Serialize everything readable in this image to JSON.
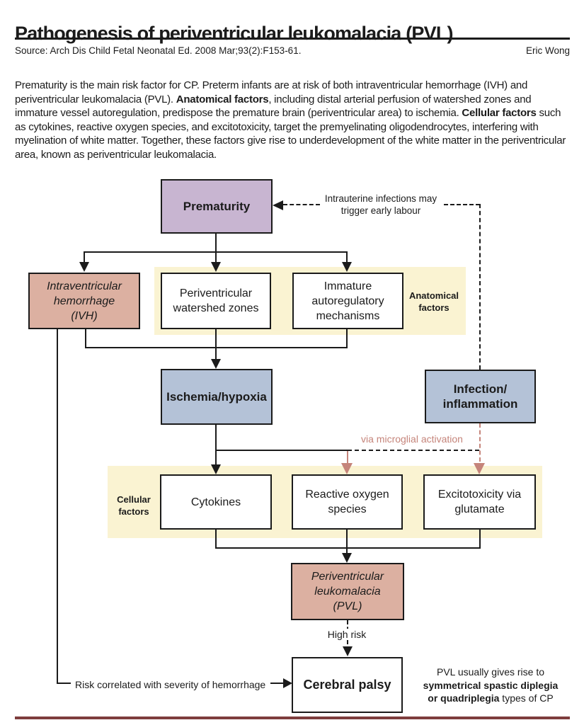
{
  "header": {
    "title": "Pathogenesis of periventricular leukomalacia (PVL)",
    "source": "Source: Arch Dis Child Fetal Neonatal Ed. 2008 Mar;93(2):F153-61.",
    "author": "Eric Wong"
  },
  "intro": {
    "segments": [
      {
        "t": "Prematurity is the main risk factor for CP. Preterm infants are at risk of both intraventricular hemorrhage (IVH) and periventricular leukomalacia (PVL). ",
        "b": false
      },
      {
        "t": "Anatomical factors",
        "b": true
      },
      {
        "t": ", including distal arterial perfusion of watershed zones and immature vessel autoregulation, predispose the premature brain (periventricular area) to ischemia. ",
        "b": false
      },
      {
        "t": "Cellular factors",
        "b": true
      },
      {
        "t": " such as cytokines, reactive oxygen species, and excitotoxicity, target the premyelinating oligodendrocytes, interfering with myelination of white matter. Together, these factors give rise to underdevelopment of the white matter in the periventricular area, known as periventricular leukomalacia.",
        "b": false
      }
    ]
  },
  "colors": {
    "ink": "#1b1b1b",
    "lavender": "#c8b5d1",
    "salmon": "#dcb0a1",
    "blue": "#b4c2d7",
    "yellow": "#faf3d2",
    "accent": "#c5847a",
    "rule": "#7e3d3d"
  },
  "flowchart": {
    "boxes": {
      "prematurity": "Prematurity",
      "ivh": "Intraventricular\nhemorrhage\n(IVH)",
      "watershed": "Periventricular\nwatershed zones",
      "autoregulatory": "Immature\nautoregulatory\nmechanisms",
      "ischemia": "Ischemia/hypoxia",
      "infection": "Infection/\ninflammation",
      "cytokines": "Cytokines",
      "ros": "Reactive oxygen\nspecies",
      "excitotoxicity": "Excitotoxicity via\nglutamate",
      "pvl": "Periventricular\nleukomalacia\n(PVL)",
      "cerebral_palsy": "Cerebral palsy"
    },
    "labels": {
      "anatomical": "Anatomical\nfactors",
      "cellular": "Cellular\nfactors",
      "intrauterine": "Intrauterine infections may\ntrigger early labour",
      "microglial": "via microglial activation",
      "high_risk": "High risk",
      "risk_correlated": "Risk correlated with severity of hemorrhage"
    },
    "notes": {
      "pvl_note_segments": [
        {
          "t": "PVL usually gives rise to\n",
          "b": false
        },
        {
          "t": "symmetrical spastic diplegia\n",
          "b": true
        },
        {
          "t": "or quadriplegia",
          "b": true
        },
        {
          "t": " types of CP",
          "b": false
        }
      ]
    }
  }
}
